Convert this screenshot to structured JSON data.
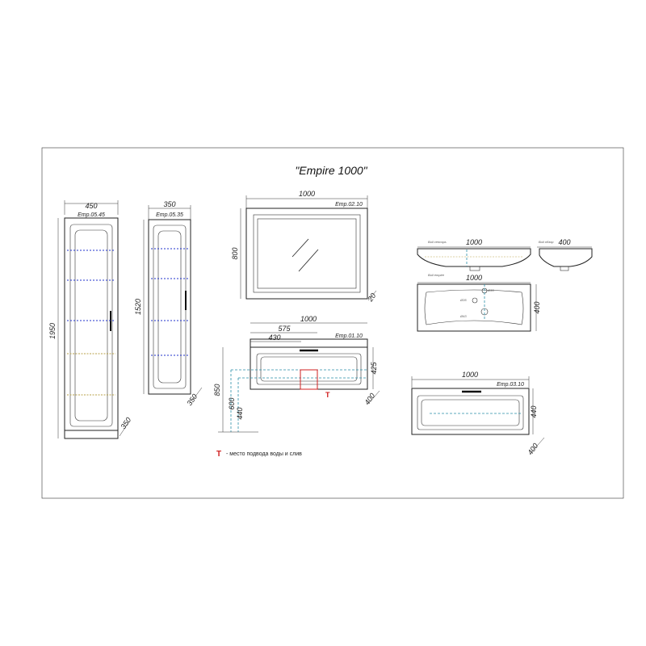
{
  "title": "\"Empire 1000\"",
  "tall_cabinet": {
    "code": "Emp.05.45",
    "width": "450",
    "height": "1950",
    "depth": "350"
  },
  "narrow_cabinet": {
    "code": "Emp.05.35",
    "width": "350",
    "height": "1520",
    "depth": "350"
  },
  "mirror": {
    "code": "Emp.02.10",
    "width": "1000",
    "height": "800",
    "depth": "20"
  },
  "vanity": {
    "code": "Emp.01.10",
    "width": "1000",
    "drawer_width": "575",
    "offset": "430",
    "height": "425",
    "depth": "400",
    "mount_height": "850",
    "h600": "600",
    "h440": "440",
    "marker": "T"
  },
  "basin_front": {
    "width": "1000",
    "label": "Buil сенсорь"
  },
  "basin_side": {
    "width": "400",
    "label": "Buil обзор"
  },
  "basin_top": {
    "width": "1000",
    "depth": "400",
    "label": "Buil empire",
    "hole_labels": [
      "Ø35",
      "Ø35",
      "Ø43"
    ]
  },
  "drawer_unit": {
    "code": "Emp.03.10",
    "width": "1000",
    "height": "440",
    "depth": "400"
  },
  "legend": {
    "marker": "T",
    "text": "- место подвода воды и слив"
  }
}
